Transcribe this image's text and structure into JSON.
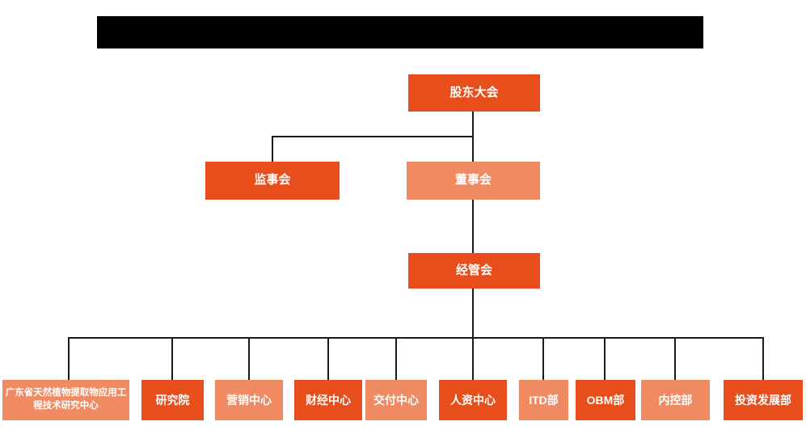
{
  "colors": {
    "primary": "#e84e1b",
    "secondary": "#ef8a62",
    "line": "#1a1a1a"
  },
  "org": {
    "root": {
      "label": "股东大会"
    },
    "supervisory_board": {
      "label": "监事会"
    },
    "board_of_directors": {
      "label": "董事会"
    },
    "management_committee": {
      "label": "经管会"
    },
    "departments": [
      {
        "label": "广东省天然植物提取物应用工程技术研究中心"
      },
      {
        "label": "研究院"
      },
      {
        "label": "营销中心"
      },
      {
        "label": "财经中心"
      },
      {
        "label": "交付中心"
      },
      {
        "label": "人资中心"
      },
      {
        "label": "ITD部"
      },
      {
        "label": "OBM部"
      },
      {
        "label": "内控部"
      },
      {
        "label": "投资发展部"
      }
    ]
  }
}
